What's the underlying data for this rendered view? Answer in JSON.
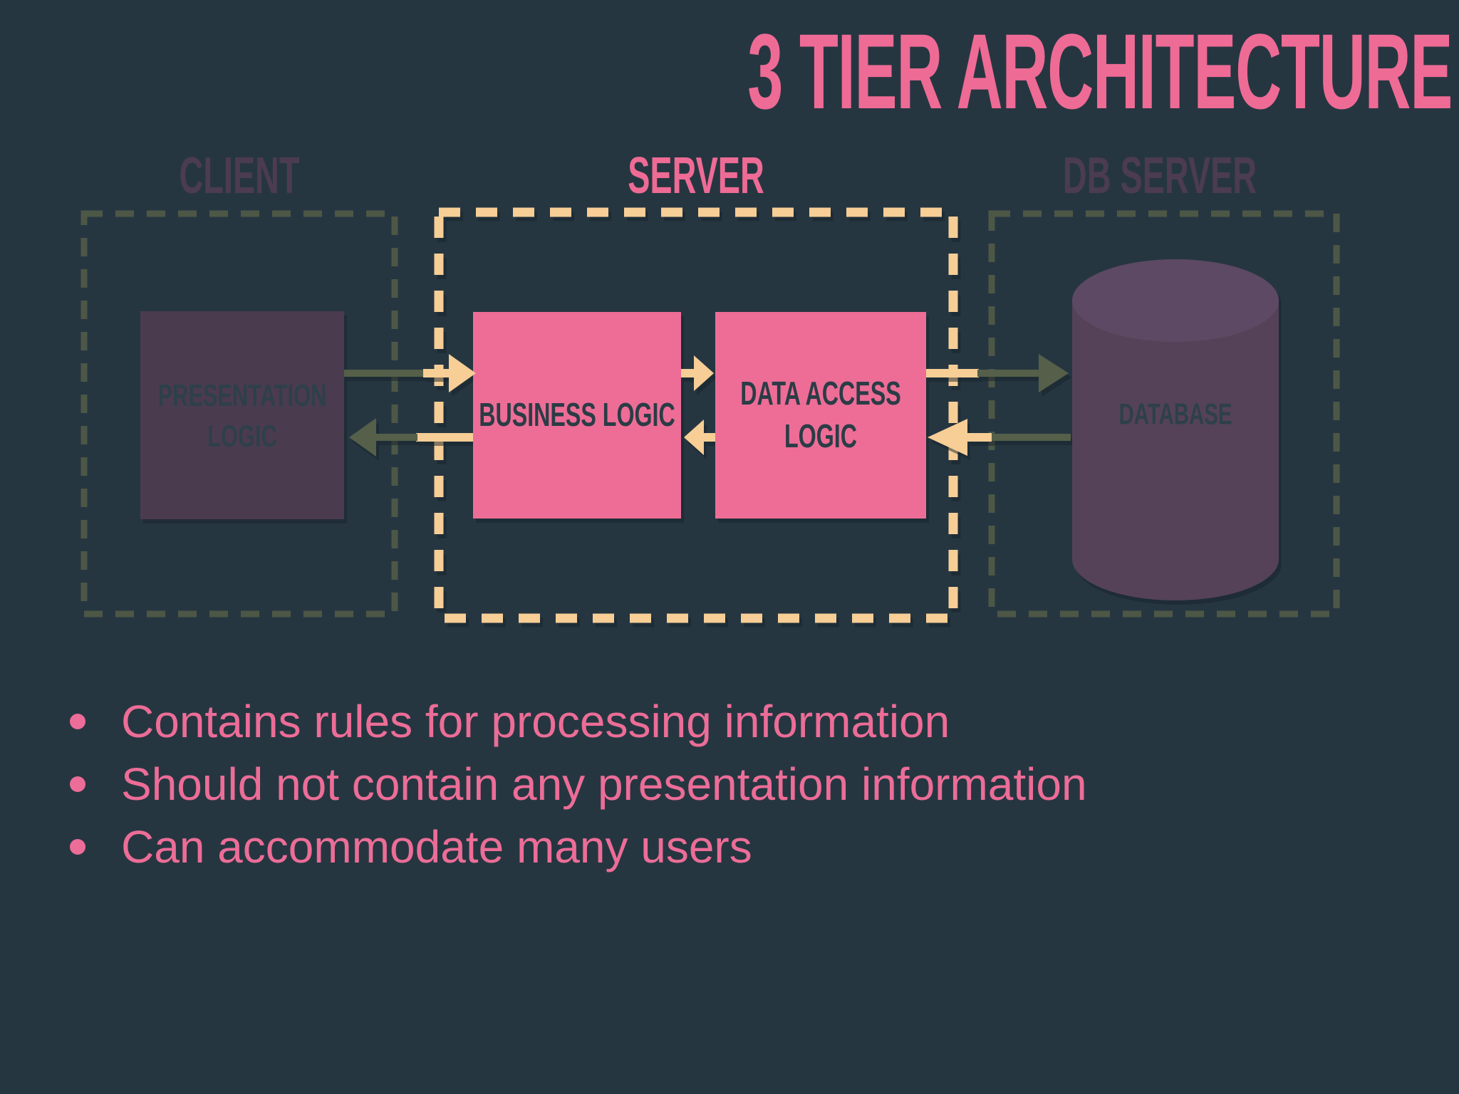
{
  "title": "3 TIER ARCHITECTURE",
  "sections": {
    "client": {
      "label": "CLIENT"
    },
    "server": {
      "label": "SERVER"
    },
    "db_server": {
      "label": "DB SERVER"
    }
  },
  "nodes": {
    "presentation": {
      "label": "PRESENTATION LOGIC"
    },
    "business": {
      "label": "BUSINESS LOGIC"
    },
    "data_access": {
      "label": "DATA ACCESS LOGIC"
    },
    "database": {
      "label": "DATABASE"
    }
  },
  "bullets": [
    "Contains rules for processing information",
    "Should not contain any presentation information",
    "Can accommodate many users"
  ],
  "colors": {
    "background": "#263641",
    "accent_pink": "#ed6d96",
    "accent_tan": "#f6ce96",
    "muted_olive": "#4d5746",
    "muted_purple": "#4b3b4f",
    "cylinder_purple": "#544259",
    "dark_text": "#2b3c46"
  }
}
